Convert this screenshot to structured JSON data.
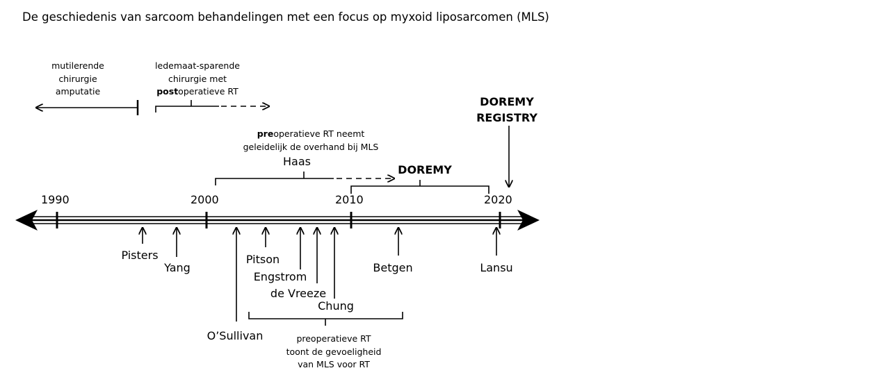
{
  "title": "De geschiedenis van sarcoom behandelingen met een focus op myxoid liposarcomen (MLS)",
  "years": [
    "1990",
    "2000",
    "2010",
    "2020"
  ],
  "eras": {
    "mutilating": {
      "line1": "mutilerende",
      "line2": "chirurgie",
      "line3": "amputatie"
    },
    "limb_sparing": {
      "line1": "ledemaat-sparende",
      "line2": "chirurgie  met",
      "line3_bold": "post",
      "line3_rest": "operatieve RT"
    },
    "preop_shift": {
      "line1_bold": "pre",
      "line1_rest": "operatieve RT neemt",
      "line2": "geleidelijk de  overhand  bij MLS"
    },
    "preop_sensitivity": {
      "line1": "preoperatieve RT",
      "line2": "toont de gevoeligheid",
      "line3": "van MLS  voor RT"
    }
  },
  "studies_above": {
    "haas": "Haas",
    "doremy": "DOREMY"
  },
  "registry": {
    "line1": "DOREMY",
    "line2": "REGISTRY"
  },
  "studies_below": {
    "pisters": "Pisters",
    "yang": "Yang",
    "osullivan": "O’Sullivan",
    "pitson": "Pitson",
    "engstrom": "Engstrom",
    "devreeze": "de Vreeze",
    "chung": "Chung",
    "betgen": "Betgen",
    "lansu": "Lansu"
  }
}
